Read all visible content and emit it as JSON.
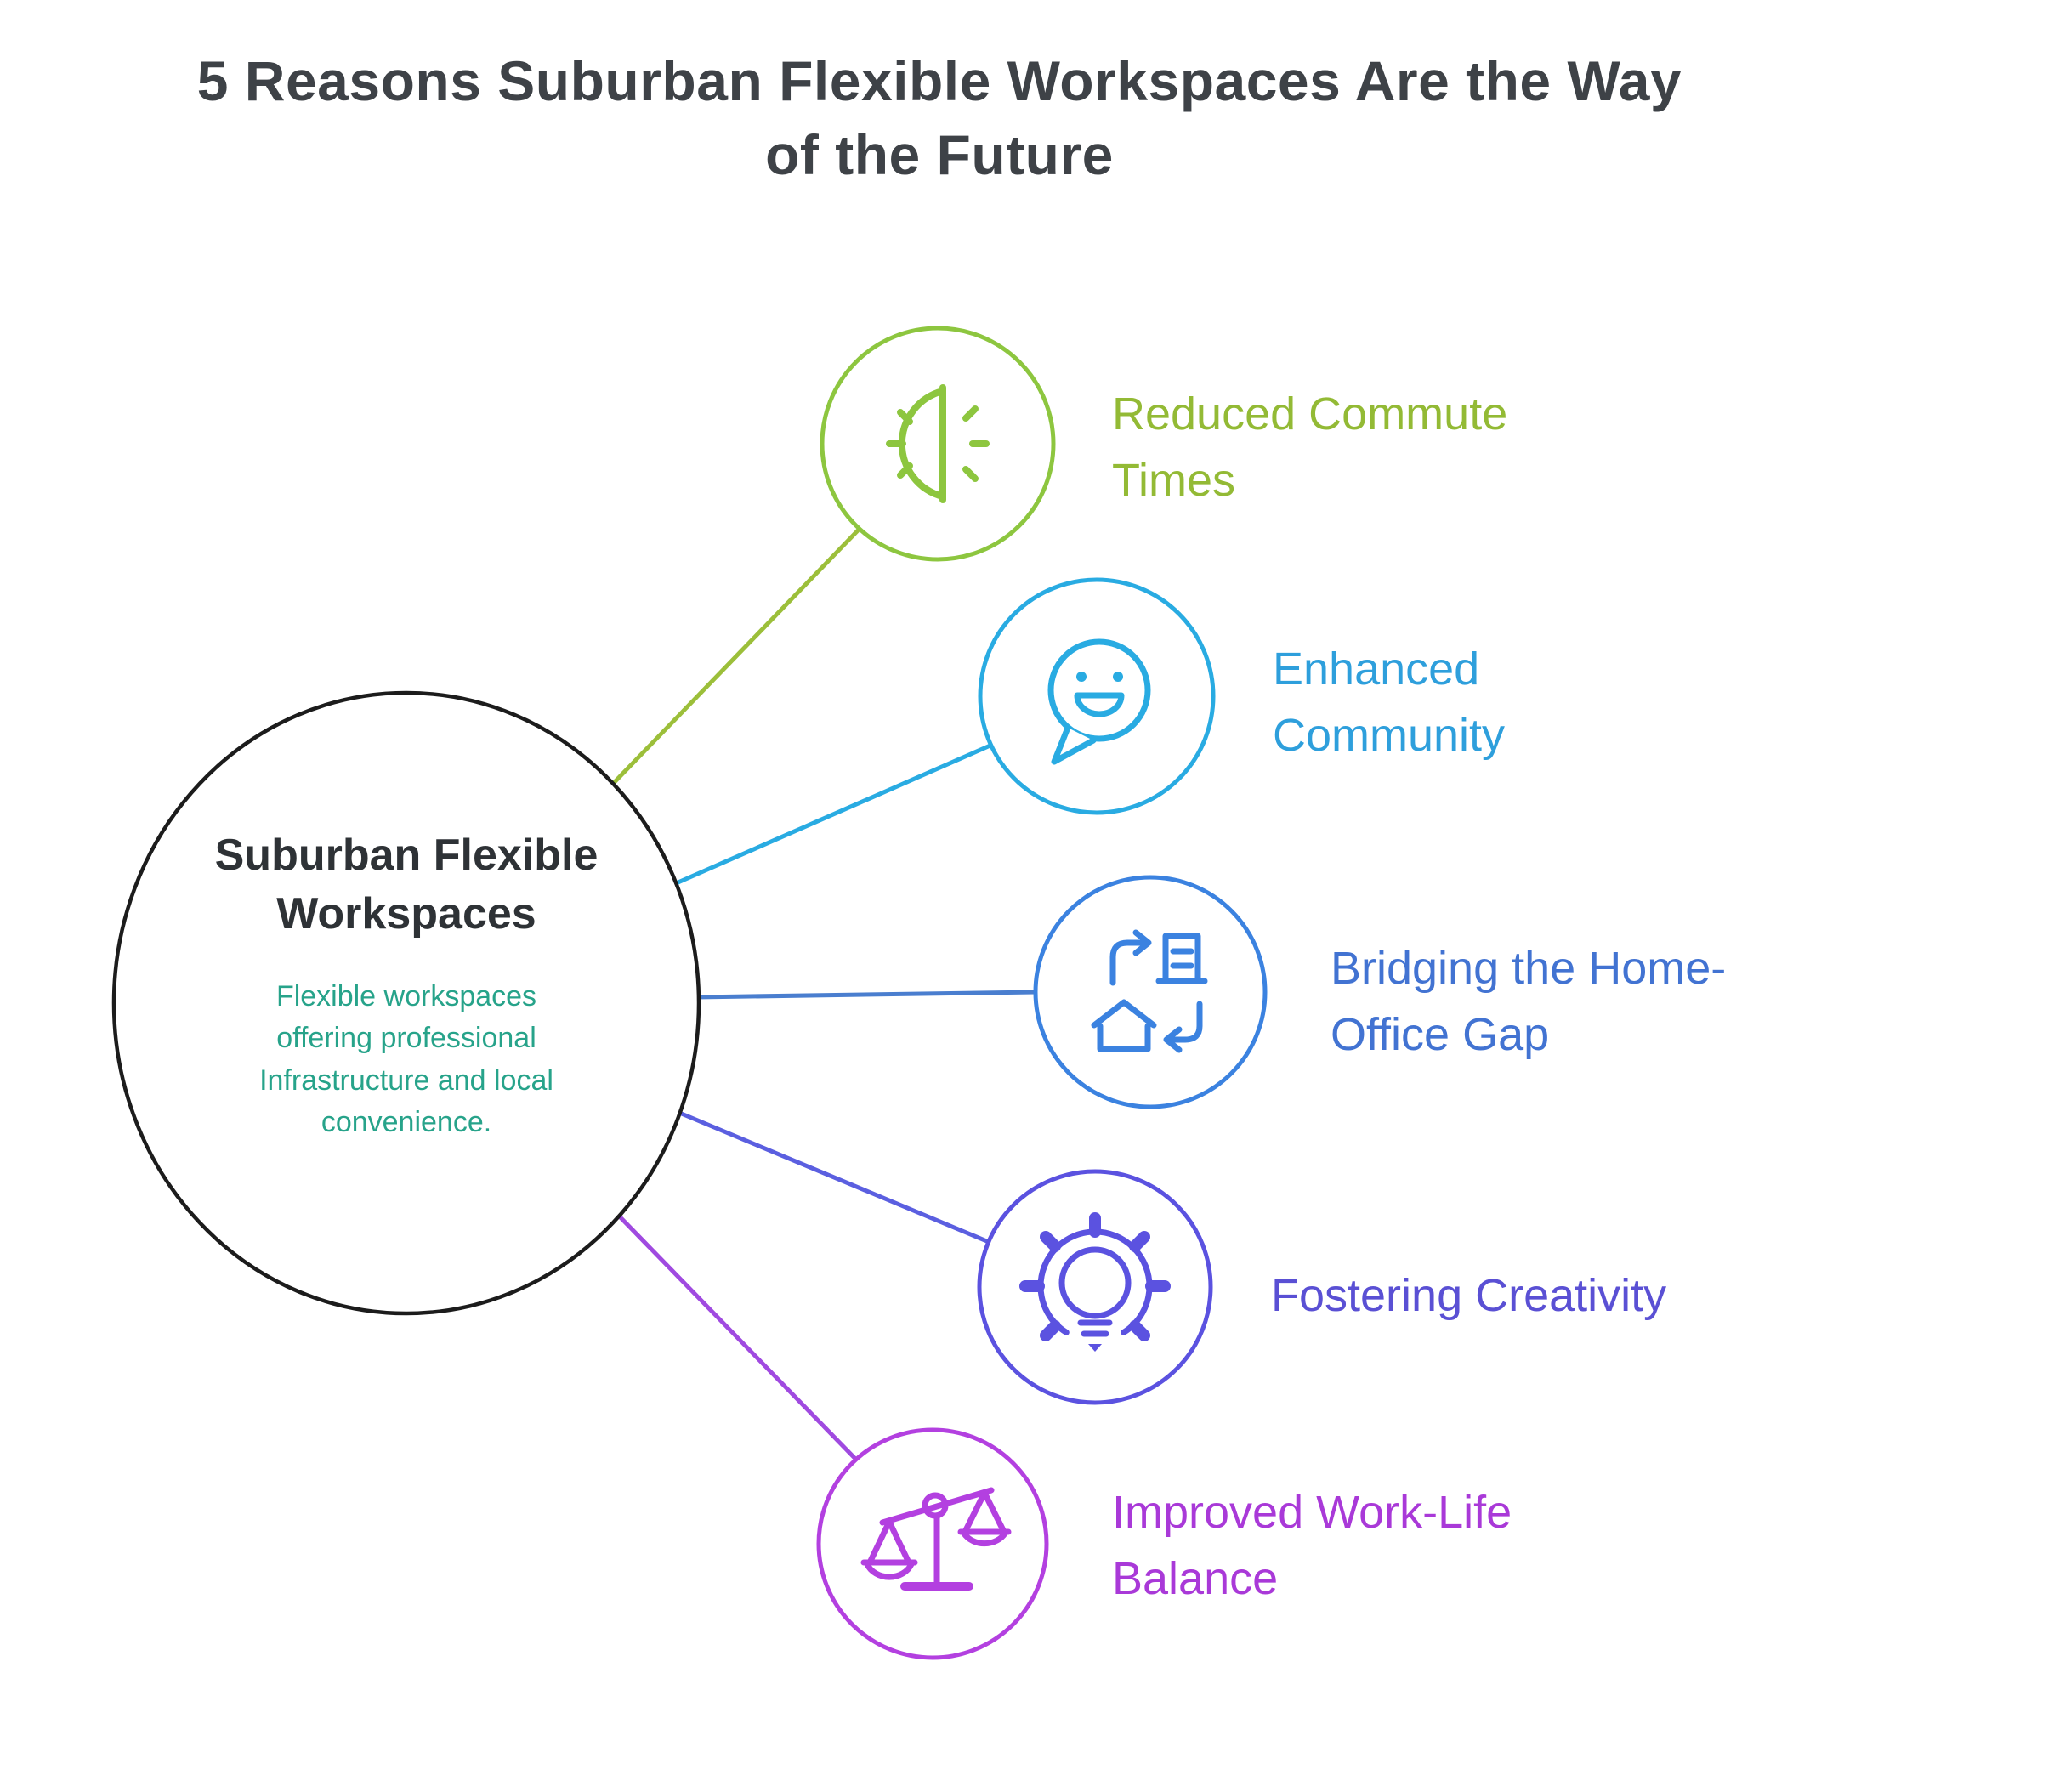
{
  "title": "5 Reasons Suburban Flexible Workspaces Are the Way\nof the Future",
  "title_color": "#3e4247",
  "background_color": "#ffffff",
  "center_node": {
    "heading": "Suburban Flexible\nWorkspaces",
    "description": "Flexible workspaces\noffering professional\nInfrastructure and local\nconvenience.",
    "outline_color": "#1c1c1c",
    "heading_color": "#2e3236",
    "description_color": "#27a38a"
  },
  "nodes": [
    {
      "label": "Reduced Commute\nTimes",
      "icon": "timer-icon",
      "circle_color": "#8dc63f",
      "line_color": "#9cbf3a",
      "text_color": "#93ba35"
    },
    {
      "label": "Enhanced\nCommunity",
      "icon": "chat-smiley-icon",
      "circle_color": "#29abe2",
      "line_color": "#29abe2",
      "text_color": "#2e9fdc"
    },
    {
      "label": "Bridging the Home-\nOffice Gap",
      "icon": "home-office-cycle-icon",
      "circle_color": "#3b82e0",
      "line_color": "#4a7ecf",
      "text_color": "#4273d2"
    },
    {
      "label": "Fostering Creativity",
      "icon": "gear-lightbulb-icon",
      "circle_color": "#5b52e0",
      "line_color": "#5b5fe0",
      "text_color": "#5a50d4"
    },
    {
      "label": "Improved Work-Life\nBalance",
      "icon": "scales-icon",
      "circle_color": "#b340e0",
      "line_color": "#a04ae0",
      "text_color": "#a939d8"
    }
  ]
}
